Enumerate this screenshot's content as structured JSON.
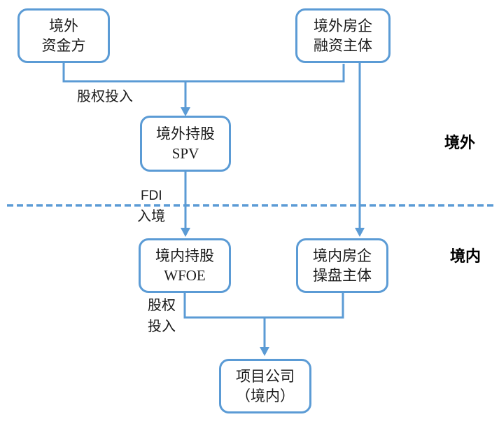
{
  "colors": {
    "line": "#5B9BD5",
    "text": "#1a1a1a",
    "background": "#ffffff"
  },
  "nodes": {
    "offshore_funder": {
      "label": "境外\n资金方"
    },
    "offshore_financier": {
      "label": "境外房企\n融资主体"
    },
    "offshore_spv": {
      "label": "境外持股\nSPV"
    },
    "onshore_wfoe": {
      "label": "境内持股\nWFOE"
    },
    "onshore_operator": {
      "label": "境内房企\n操盘主体"
    },
    "project_company": {
      "label": "项目公司\n（境内）"
    }
  },
  "edge_labels": {
    "equity_investment_top": "股权投入",
    "fdi": "FDI",
    "entry": "入境",
    "equity_investment_bottom": "股权\n投入"
  },
  "region_labels": {
    "offshore": "境外",
    "onshore": "境内"
  }
}
